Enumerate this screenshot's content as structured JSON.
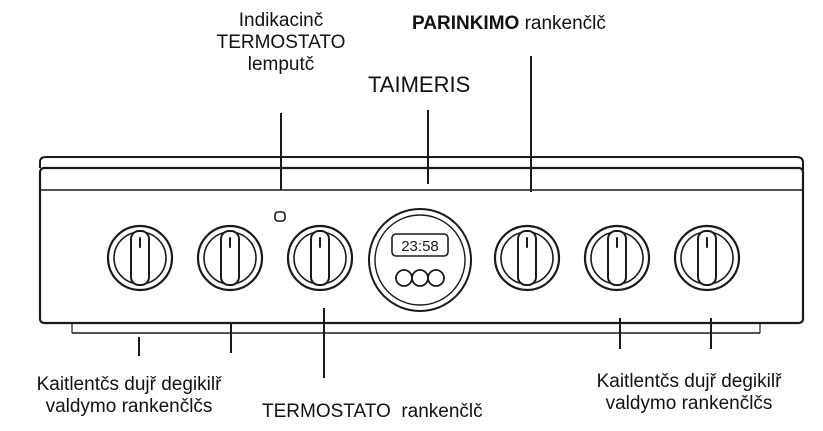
{
  "labels": {
    "indicator_lamp": [
      "Indikacinč",
      "TERMOSTATO",
      "lemputč"
    ],
    "selector_knob_bold": "PARINKIMO",
    "selector_knob_rest": " rankenčlč",
    "timer": "TAIMERIS",
    "left_hotplate_knobs": [
      "Kaitlentčs dujř degikilř",
      "valdymo rankenčlčs"
    ],
    "thermostat_knob": "TERMOSTATO  rankenčlč",
    "right_hotplate_knobs": [
      "Kaitlentčs dujř degikilř",
      "valdymo rankenčlčs"
    ]
  },
  "timer_display": "23:58",
  "colors": {
    "stroke": "#1a1a1a",
    "panel_fill": "#ffffff",
    "text": "#111111"
  },
  "icons": {
    "knob": "rotary-knob-icon",
    "lamp": "indicator-lamp-icon",
    "timer_button": "round-button-icon"
  }
}
